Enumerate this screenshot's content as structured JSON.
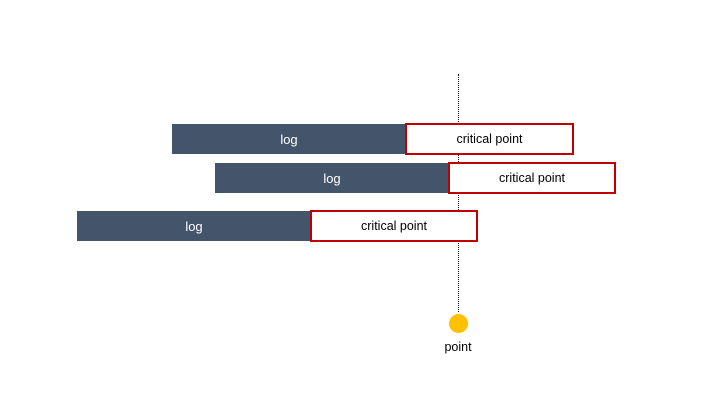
{
  "rows": [
    {
      "log_label": "log",
      "critical_label": "critical point"
    },
    {
      "log_label": "log",
      "critical_label": "critical point"
    },
    {
      "log_label": "log",
      "critical_label": "critical point"
    }
  ],
  "marker": {
    "label": "point"
  },
  "colors": {
    "log_bar": "#44546a",
    "critical_border": "#c00000",
    "marker": "#ffc000",
    "guide_line": "#111111"
  }
}
